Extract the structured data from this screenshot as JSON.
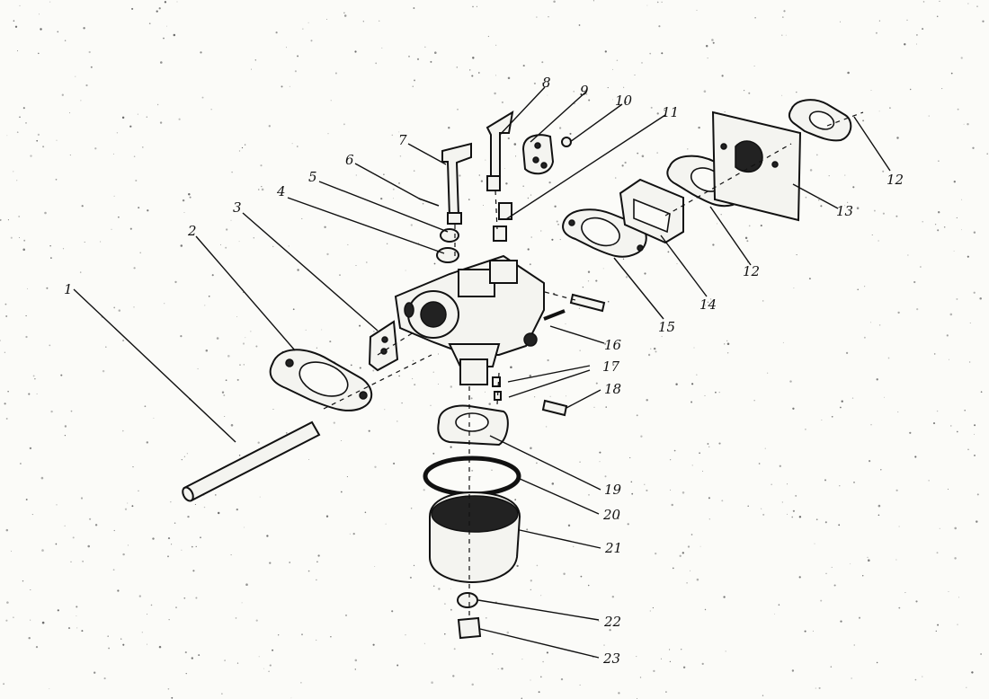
{
  "labels": {
    "n1": "1",
    "n2": "2",
    "n3": "3",
    "n4": "4",
    "n5": "5",
    "n6": "6",
    "n7": "7",
    "n8": "8",
    "n9": "9",
    "n10": "10",
    "n11": "11",
    "n12a": "12",
    "n12b": "12",
    "n13": "13",
    "n14": "14",
    "n15": "15",
    "n16": "16",
    "n17": "17",
    "n18": "18",
    "n19": "19",
    "n20": "20",
    "n21": "21",
    "n22": "22",
    "n23": "23"
  },
  "colors": {
    "ink": "#111111",
    "paper": "#fbfbf8"
  }
}
